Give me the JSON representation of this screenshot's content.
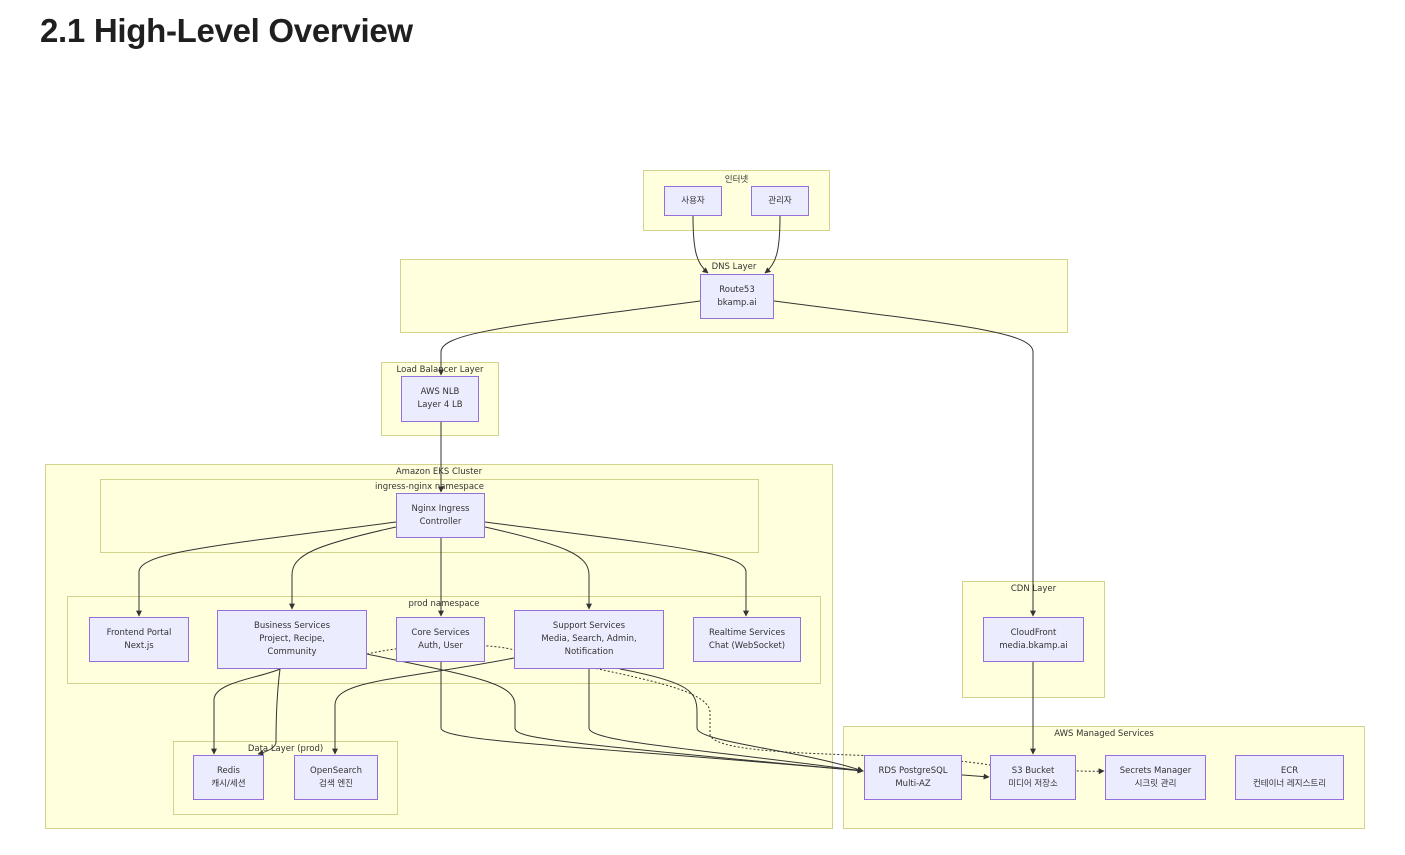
{
  "page": {
    "title": "2.1 High-Level Overview"
  },
  "clusters": {
    "internet": "인터넷",
    "dns": "DNS Layer",
    "lb": "Load Balancer Layer",
    "eks": "Amazon EKS Cluster",
    "ingress_ns": "ingress-nginx namespace",
    "prod_ns": "prod namespace",
    "data": "Data Layer (prod)",
    "cdn": "CDN Layer",
    "aws": "AWS Managed Services"
  },
  "nodes": {
    "user": {
      "lines": [
        "사용자"
      ]
    },
    "admin": {
      "lines": [
        "관리자"
      ]
    },
    "route53": {
      "lines": [
        "Route53",
        "bkamp.ai"
      ]
    },
    "nlb": {
      "lines": [
        "AWS NLB",
        "Layer 4 LB"
      ]
    },
    "nginx": {
      "lines": [
        "Nginx Ingress",
        "Controller"
      ]
    },
    "frontend": {
      "lines": [
        "Frontend Portal",
        "Next.js"
      ]
    },
    "business": {
      "lines": [
        "Business Services",
        "Project, Recipe,",
        "Community"
      ]
    },
    "core": {
      "lines": [
        "Core Services",
        "Auth, User"
      ]
    },
    "support": {
      "lines": [
        "Support Services",
        "Media, Search, Admin,",
        "Notification"
      ]
    },
    "realtime": {
      "lines": [
        "Realtime Services",
        "Chat (WebSocket)"
      ]
    },
    "redis": {
      "lines": [
        "Redis",
        "캐시/세션"
      ]
    },
    "opensearch": {
      "lines": [
        "OpenSearch",
        "검색 엔진"
      ]
    },
    "cloudfront": {
      "lines": [
        "CloudFront",
        "media.bkamp.ai"
      ]
    },
    "rds": {
      "lines": [
        "RDS PostgreSQL",
        "Multi-AZ"
      ]
    },
    "s3": {
      "lines": [
        "S3 Bucket",
        "미디어 저장소"
      ]
    },
    "secrets": {
      "lines": [
        "Secrets Manager",
        "시크릿 관리"
      ]
    },
    "ecr": {
      "lines": [
        "ECR",
        "컨테이너 레지스트리"
      ]
    }
  },
  "edges": [
    {
      "from": "user",
      "to": "route53",
      "style": "solid"
    },
    {
      "from": "admin",
      "to": "route53",
      "style": "solid"
    },
    {
      "from": "route53",
      "to": "nlb",
      "style": "solid"
    },
    {
      "from": "route53",
      "to": "cloudfront",
      "style": "solid"
    },
    {
      "from": "nlb",
      "to": "nginx",
      "style": "solid"
    },
    {
      "from": "nginx",
      "to": "frontend",
      "style": "solid"
    },
    {
      "from": "nginx",
      "to": "business",
      "style": "solid"
    },
    {
      "from": "nginx",
      "to": "core",
      "style": "solid"
    },
    {
      "from": "nginx",
      "to": "support",
      "style": "solid"
    },
    {
      "from": "nginx",
      "to": "realtime",
      "style": "solid"
    },
    {
      "from": "business",
      "to": "redis",
      "style": "solid"
    },
    {
      "from": "core",
      "to": "redis",
      "style": "solid"
    },
    {
      "from": "support",
      "to": "opensearch",
      "style": "solid"
    },
    {
      "from": "business",
      "to": "rds",
      "style": "solid"
    },
    {
      "from": "core",
      "to": "rds",
      "style": "solid"
    },
    {
      "from": "support",
      "to": "rds",
      "style": "solid"
    },
    {
      "from": "realtime",
      "to": "rds",
      "style": "solid"
    },
    {
      "from": "support",
      "to": "s3",
      "style": "solid"
    },
    {
      "from": "cloudfront",
      "to": "s3",
      "style": "solid"
    },
    {
      "from": "core",
      "to": "secrets",
      "style": "dotted"
    }
  ]
}
